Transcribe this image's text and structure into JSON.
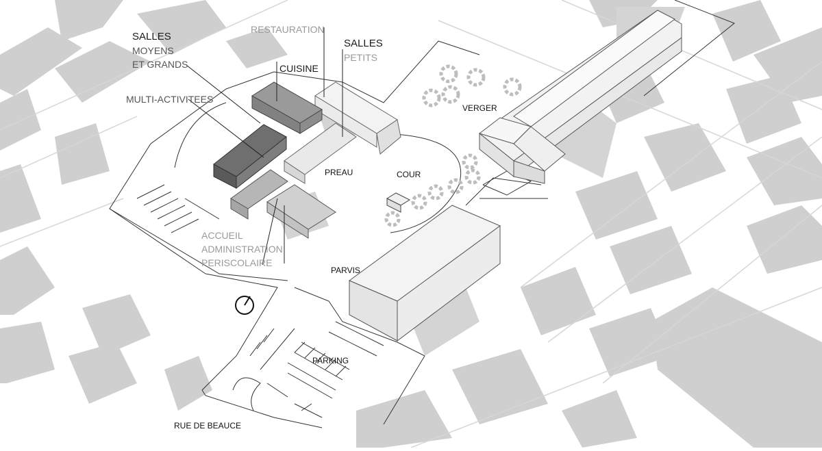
{
  "labels": {
    "salles_moyens": [
      "SALLES",
      "MOYENS",
      "ET GRANDS"
    ],
    "multi": "MULTI-ACTIVITEES",
    "cuisine": "CUISINE",
    "restauration": "RESTAURATION",
    "salles_petits": [
      "SALLES",
      "PETITS"
    ],
    "verger": "VERGER",
    "preau": "PREAU",
    "cour": "COUR",
    "accueil": [
      "ACCUEIL",
      "ADMINISTRATION",
      "PERISCOLAIRE"
    ],
    "parvis": "PARVIS",
    "parking": "PARKING",
    "rue": "RUE DE BEAUCE"
  },
  "colors": {
    "background": "#ffffff",
    "shadow": "#c9c9c9",
    "building_light": "#efefef",
    "building_mid": "#bdbdbd",
    "building_dark": "#7f7f7f",
    "building_darkest": "#5f5f5f",
    "line": "#222222",
    "label_grey": "#9a9a9a"
  },
  "icons": {
    "north": "north-compass-icon",
    "trees": "tree-ring-icon"
  }
}
